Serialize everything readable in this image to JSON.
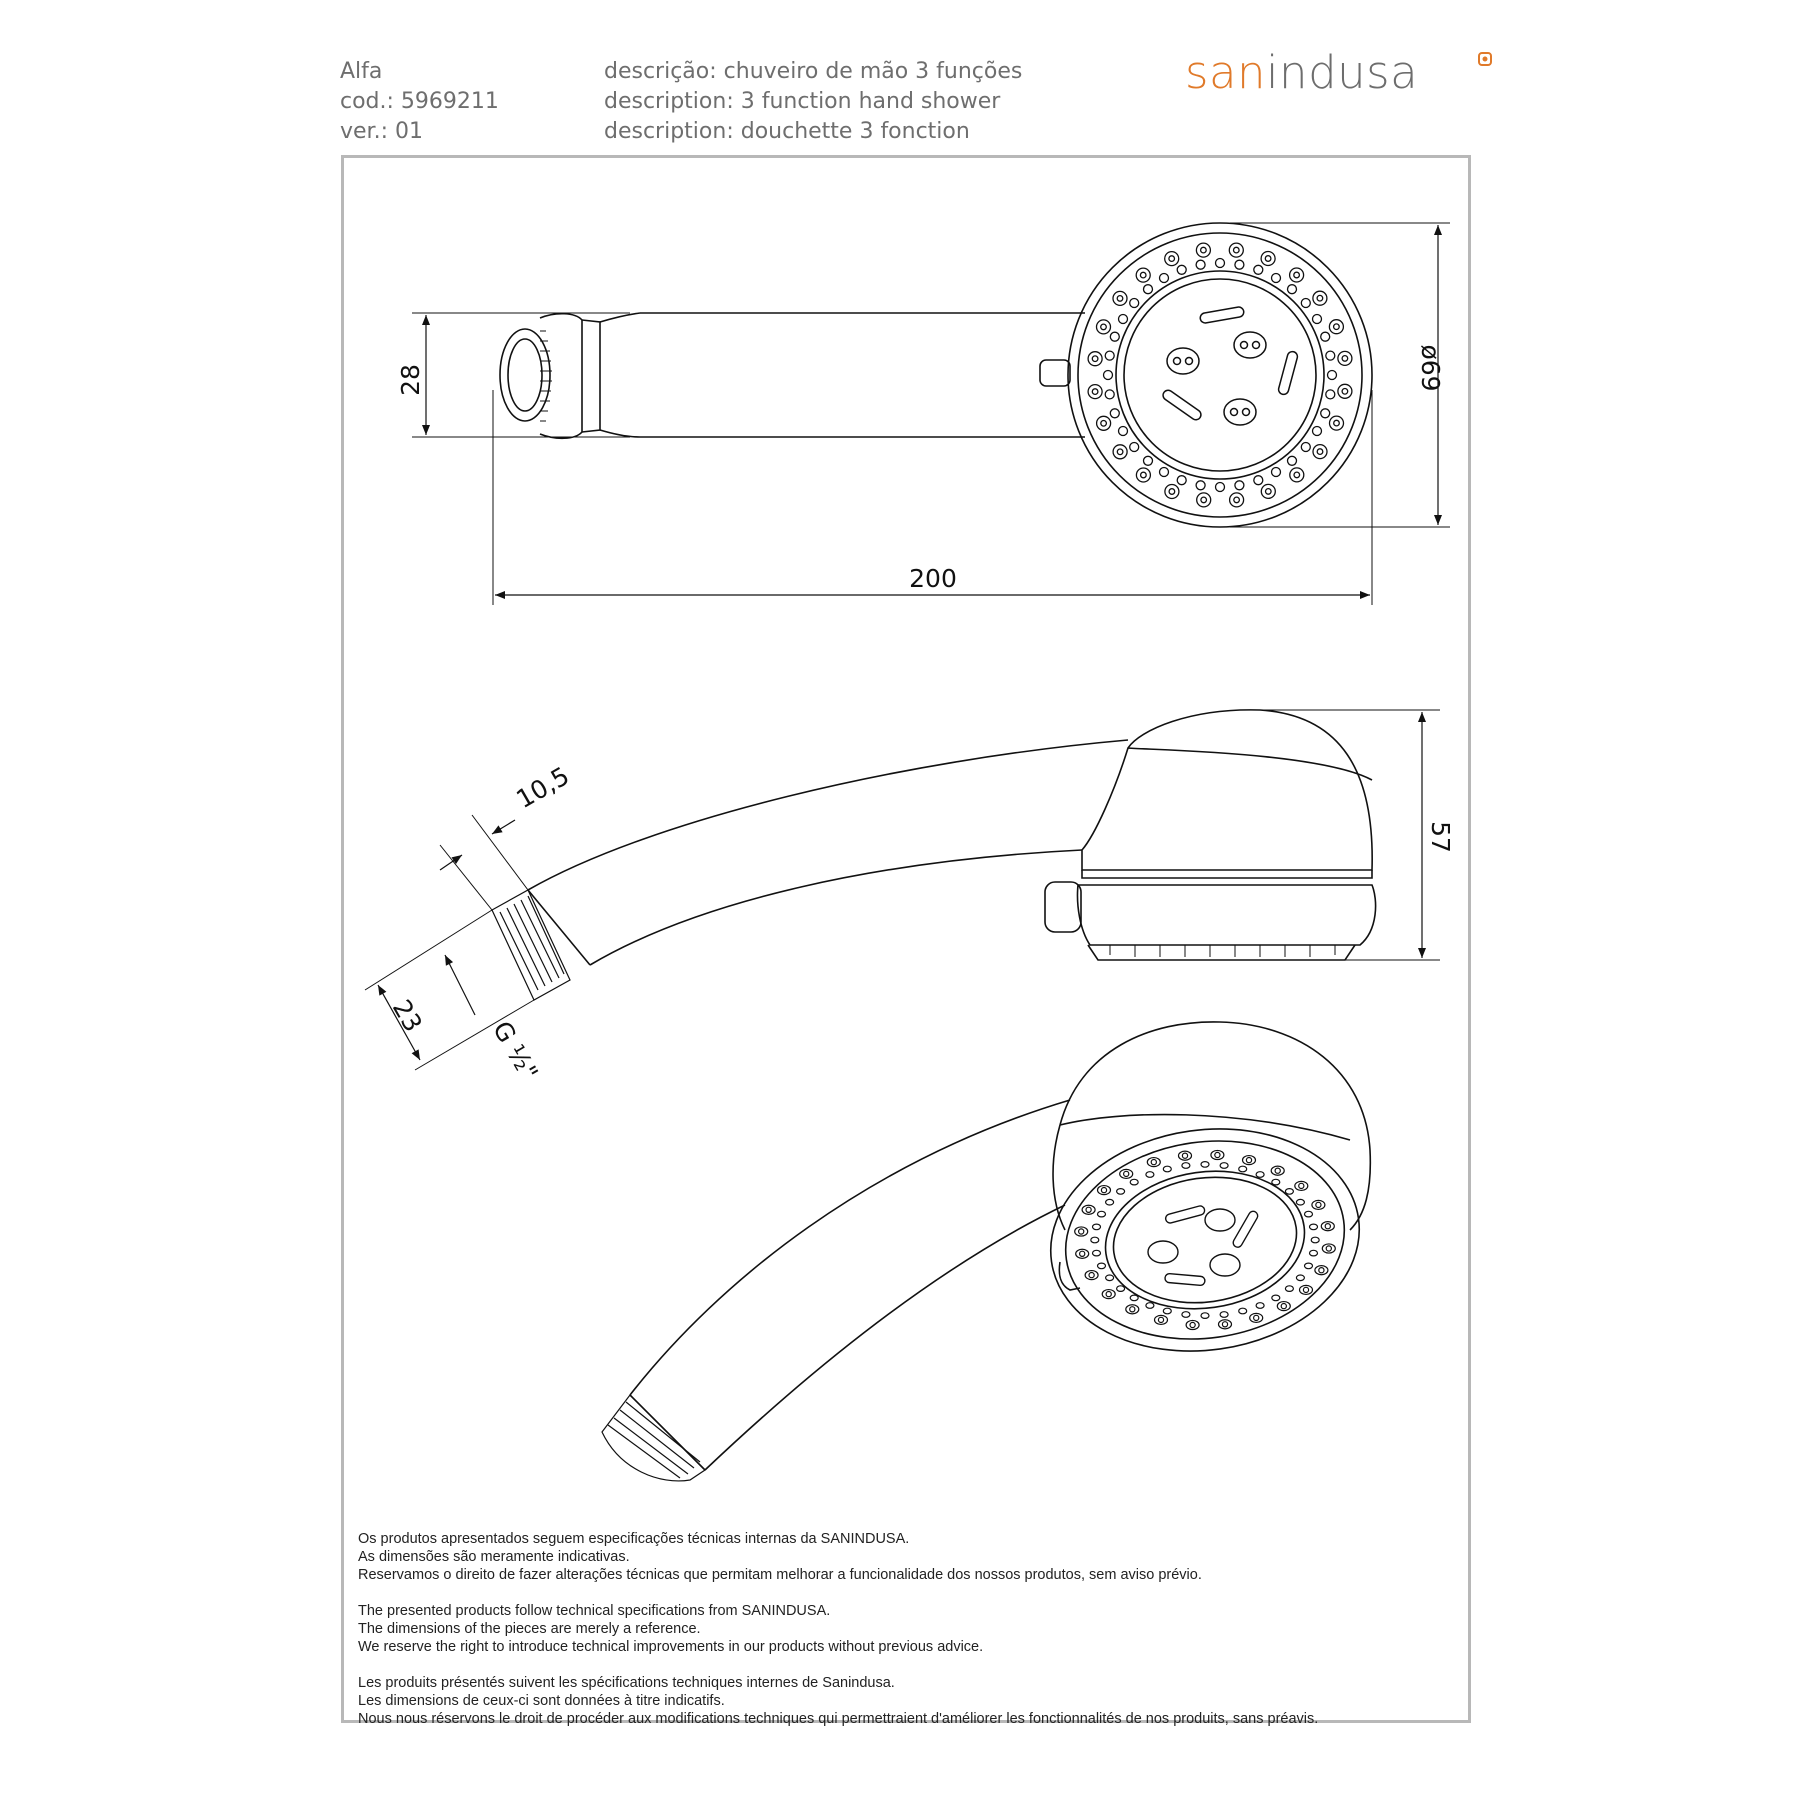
{
  "header": {
    "product_name": "Alfa",
    "code": "cod.: 5969211",
    "version": "ver.: 01",
    "desc_pt": "descrição: chuveiro de mão 3 funções",
    "desc_en": "description: 3 function hand shower",
    "desc_fr": "description: douchette 3 fonction"
  },
  "logo": {
    "part_orange": "san",
    "part_grey": "indusa"
  },
  "dimensions": {
    "handle_diameter": "28",
    "head_diameter": "ø69",
    "total_length": "200",
    "thread_length": "10,5",
    "head_height": "57",
    "thread_diameter": "23",
    "thread_spec": "G ½\""
  },
  "notes": {
    "pt": [
      "Os produtos apresentados seguem especificações técnicas internas da SANINDUSA.",
      "As dimensões são meramente indicativas.",
      "Reservamos o direito de fazer alterações técnicas que permitam melhorar a funcionalidade dos nossos produtos, sem aviso prévio."
    ],
    "en": [
      "The presented products follow technical specifications from SANINDUSA.",
      "The dimensions of the pieces are merely a reference.",
      "We reserve the right to introduce technical improvements in our products without previous advice."
    ],
    "fr": [
      "Les produits présentés suivent les spécifications techniques internes de Sanindusa.",
      "Les dimensions de ceux-ci sont données à titre indicatifs.",
      "Nous nous réservons le droit de procéder aux modifications techniques qui permettraient d'améliorer les fonctionnalités de nos produits, sans préavis."
    ]
  },
  "colors": {
    "brand_orange": "#e07a2a",
    "text_grey": "#6e6e6e",
    "frame_grey": "#b8b8b8"
  }
}
